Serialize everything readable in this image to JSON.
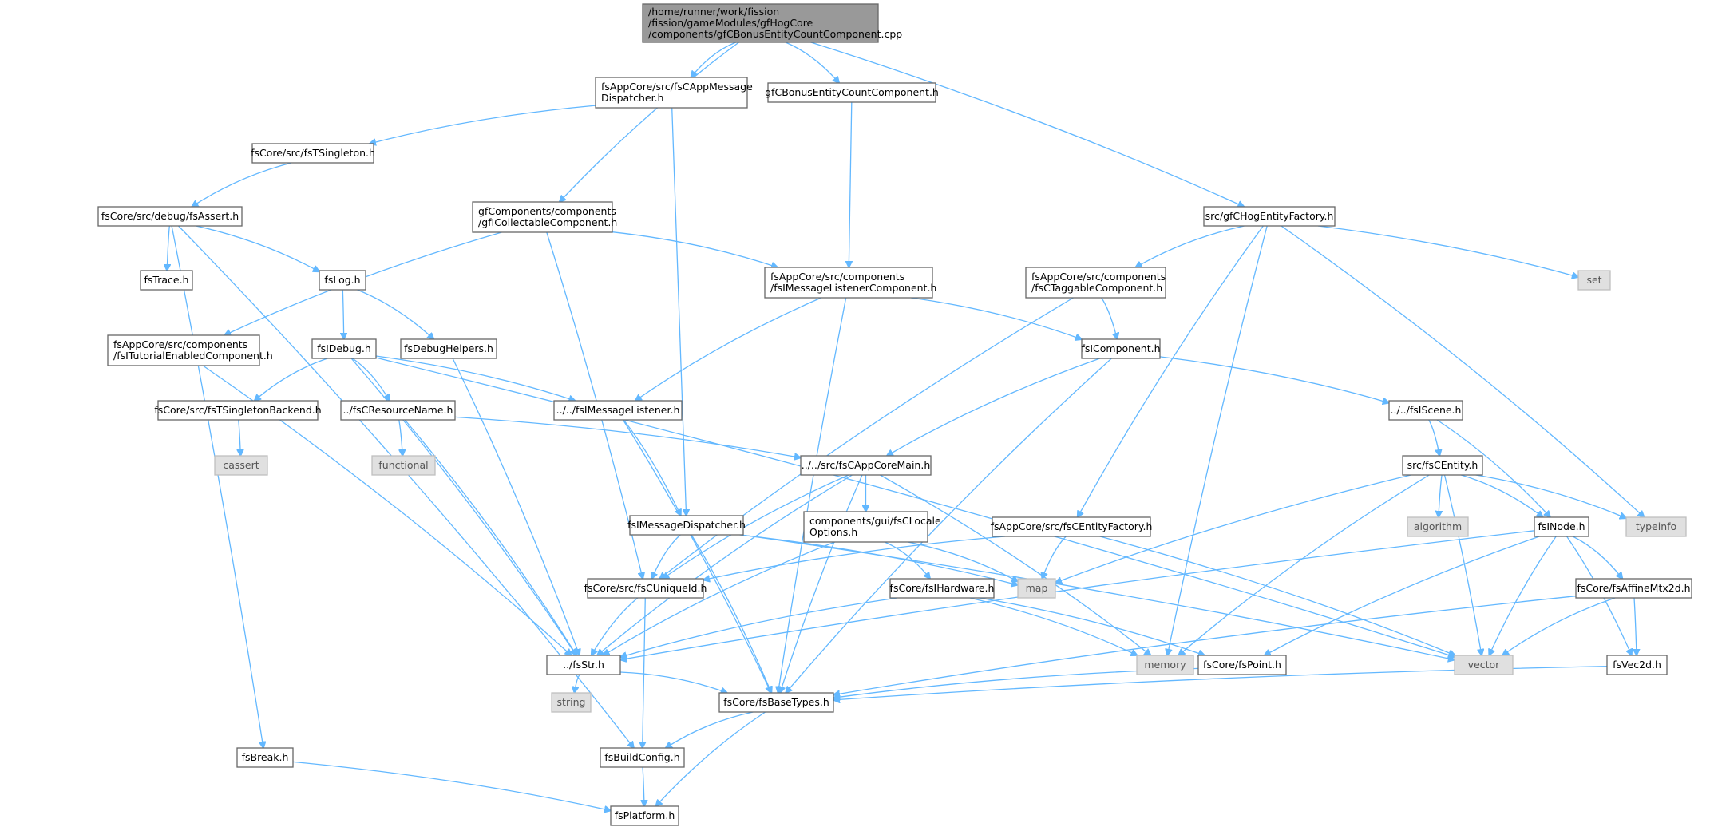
{
  "colors": {
    "edge": "#63b8ff",
    "node_border": "#666666",
    "root_fill": "#999999",
    "external_fill": "#e0e0e0"
  },
  "nodes": [
    {
      "id": "root",
      "lines": [
        "/home/runner/work/fission",
        "/fission/gameModules/gfHogCore",
        "/components/gfCBonusEntityCountComponent.cpp"
      ],
      "kind": "root"
    },
    {
      "id": "appmsgdisp",
      "lines": [
        "fsAppCore/src/fsCAppMessage",
        "Dispatcher.h"
      ]
    },
    {
      "id": "bonushdr",
      "lines": [
        "gfCBonusEntityCountComponent.h"
      ]
    },
    {
      "id": "tsingleton",
      "lines": [
        "fsCore/src/fsTSingleton.h"
      ]
    },
    {
      "id": "assert",
      "lines": [
        "fsCore/src/debug/fsAssert.h"
      ]
    },
    {
      "id": "collectable",
      "lines": [
        "gfComponents/components",
        "/gfICollectableComponent.h"
      ]
    },
    {
      "id": "hogfactory",
      "lines": [
        "src/gfCHogEntityFactory.h"
      ]
    },
    {
      "id": "trace",
      "lines": [
        "fsTrace.h"
      ]
    },
    {
      "id": "log",
      "lines": [
        "fsLog.h"
      ]
    },
    {
      "id": "msglistcomp",
      "lines": [
        "fsAppCore/src/components",
        "/fsIMessageListenerComponent.h"
      ]
    },
    {
      "id": "taggable",
      "lines": [
        "fsAppCore/src/components",
        "/fsCTaggableComponent.h"
      ]
    },
    {
      "id": "set",
      "lines": [
        "set"
      ],
      "kind": "ext"
    },
    {
      "id": "tutorial",
      "lines": [
        "fsAppCore/src/components",
        "/fsITutorialEnabledComponent.h"
      ]
    },
    {
      "id": "idebug",
      "lines": [
        "fsIDebug.h"
      ]
    },
    {
      "id": "debughelpers",
      "lines": [
        "fsDebugHelpers.h"
      ]
    },
    {
      "id": "icomponent",
      "lines": [
        "fsIComponent.h"
      ]
    },
    {
      "id": "singletonbackend",
      "lines": [
        "fsCore/src/fsTSingletonBackend.h"
      ]
    },
    {
      "id": "resname",
      "lines": [
        "../fsCResourceName.h"
      ]
    },
    {
      "id": "msglistener",
      "lines": [
        "../../fsIMessageListener.h"
      ]
    },
    {
      "id": "iscene",
      "lines": [
        "../../fsIScene.h"
      ]
    },
    {
      "id": "cassert",
      "lines": [
        "cassert"
      ],
      "kind": "ext"
    },
    {
      "id": "functional",
      "lines": [
        "functional"
      ],
      "kind": "ext"
    },
    {
      "id": "appcoremain",
      "lines": [
        "../../src/fsCAppCoreMain.h"
      ]
    },
    {
      "id": "centity",
      "lines": [
        "src/fsCEntity.h"
      ]
    },
    {
      "id": "msgdisp",
      "lines": [
        "fsIMessageDispatcher.h"
      ]
    },
    {
      "id": "localeopts",
      "lines": [
        "components/gui/fsCLocale",
        "Options.h"
      ]
    },
    {
      "id": "entityfactory",
      "lines": [
        "fsAppCore/src/fsCEntityFactory.h"
      ]
    },
    {
      "id": "algorithm",
      "lines": [
        "algorithm"
      ],
      "kind": "ext"
    },
    {
      "id": "inode",
      "lines": [
        "fsINode.h"
      ]
    },
    {
      "id": "typeinfo",
      "lines": [
        "typeinfo"
      ],
      "kind": "ext"
    },
    {
      "id": "uniqueid",
      "lines": [
        "fsCore/src/fsCUniqueId.h"
      ]
    },
    {
      "id": "hardware",
      "lines": [
        "fsCore/fsIHardware.h"
      ]
    },
    {
      "id": "map",
      "lines": [
        "map"
      ],
      "kind": "ext"
    },
    {
      "id": "affine",
      "lines": [
        "fsCore/fsAffineMtx2d.h"
      ]
    },
    {
      "id": "fsstr",
      "lines": [
        "../fsStr.h"
      ]
    },
    {
      "id": "memory",
      "lines": [
        "memory"
      ],
      "kind": "ext"
    },
    {
      "id": "point",
      "lines": [
        "fsCore/fsPoint.h"
      ]
    },
    {
      "id": "vector",
      "lines": [
        "vector"
      ],
      "kind": "ext"
    },
    {
      "id": "vec2d",
      "lines": [
        "fsVec2d.h"
      ]
    },
    {
      "id": "string",
      "lines": [
        "string"
      ],
      "kind": "ext"
    },
    {
      "id": "basetypes",
      "lines": [
        "fsCore/fsBaseTypes.h"
      ]
    },
    {
      "id": "break",
      "lines": [
        "fsBreak.h"
      ]
    },
    {
      "id": "buildconfig",
      "lines": [
        "fsBuildConfig.h"
      ]
    },
    {
      "id": "platform",
      "lines": [
        "fsPlatform.h"
      ]
    }
  ],
  "edges": [
    [
      "root",
      "appmsgdisp"
    ],
    [
      "root",
      "bonushdr"
    ],
    [
      "root",
      "collectable"
    ],
    [
      "root",
      "hogfactory"
    ],
    [
      "appmsgdisp",
      "tsingleton"
    ],
    [
      "appmsgdisp",
      "msgdisp"
    ],
    [
      "bonushdr",
      "msglistcomp"
    ],
    [
      "tsingleton",
      "assert"
    ],
    [
      "assert",
      "trace"
    ],
    [
      "assert",
      "log"
    ],
    [
      "assert",
      "break"
    ],
    [
      "assert",
      "buildconfig"
    ],
    [
      "collectable",
      "msglistcomp"
    ],
    [
      "collectable",
      "tutorial"
    ],
    [
      "collectable",
      "uniqueid"
    ],
    [
      "hogfactory",
      "taggable"
    ],
    [
      "hogfactory",
      "set"
    ],
    [
      "hogfactory",
      "entityfactory"
    ],
    [
      "hogfactory",
      "memory"
    ],
    [
      "hogfactory",
      "typeinfo"
    ],
    [
      "log",
      "idebug"
    ],
    [
      "log",
      "debughelpers"
    ],
    [
      "msglistcomp",
      "icomponent"
    ],
    [
      "msglistcomp",
      "msglistener"
    ],
    [
      "msglistcomp",
      "basetypes"
    ],
    [
      "taggable",
      "icomponent"
    ],
    [
      "taggable",
      "uniqueid"
    ],
    [
      "tutorial",
      "fsstr"
    ],
    [
      "idebug",
      "singletonbackend"
    ],
    [
      "idebug",
      "resname"
    ],
    [
      "idebug",
      "msglistener"
    ],
    [
      "idebug",
      "fsstr"
    ],
    [
      "idebug",
      "vector"
    ],
    [
      "debughelpers",
      "fsstr"
    ],
    [
      "icomponent",
      "iscene"
    ],
    [
      "icomponent",
      "appcoremain"
    ],
    [
      "icomponent",
      "basetypes"
    ],
    [
      "singletonbackend",
      "cassert"
    ],
    [
      "resname",
      "functional"
    ],
    [
      "resname",
      "appcoremain"
    ],
    [
      "resname",
      "fsstr"
    ],
    [
      "msglistener",
      "msgdisp"
    ],
    [
      "msglistener",
      "basetypes"
    ],
    [
      "iscene",
      "centity"
    ],
    [
      "iscene",
      "inode"
    ],
    [
      "appcoremain",
      "localeopts"
    ],
    [
      "appcoremain",
      "uniqueid"
    ],
    [
      "appcoremain",
      "fsstr"
    ],
    [
      "appcoremain",
      "memory"
    ],
    [
      "appcoremain",
      "basetypes"
    ],
    [
      "centity",
      "algorithm"
    ],
    [
      "centity",
      "inode"
    ],
    [
      "centity",
      "typeinfo"
    ],
    [
      "centity",
      "map"
    ],
    [
      "centity",
      "memory"
    ],
    [
      "centity",
      "vector"
    ],
    [
      "msgdisp",
      "uniqueid"
    ],
    [
      "msgdisp",
      "map"
    ],
    [
      "msgdisp",
      "vector"
    ],
    [
      "msgdisp",
      "basetypes"
    ],
    [
      "localeopts",
      "hardware"
    ],
    [
      "localeopts",
      "map"
    ],
    [
      "localeopts",
      "fsstr"
    ],
    [
      "entityfactory",
      "uniqueid"
    ],
    [
      "entityfactory",
      "map"
    ],
    [
      "entityfactory",
      "vector"
    ],
    [
      "inode",
      "affine"
    ],
    [
      "inode",
      "vector"
    ],
    [
      "inode",
      "vec2d"
    ],
    [
      "inode",
      "point"
    ],
    [
      "inode",
      "fsstr"
    ],
    [
      "uniqueid",
      "fsstr"
    ],
    [
      "uniqueid",
      "buildconfig"
    ],
    [
      "hardware",
      "fsstr"
    ],
    [
      "hardware",
      "memory"
    ],
    [
      "hardware",
      "point"
    ],
    [
      "affine",
      "vec2d"
    ],
    [
      "affine",
      "vector"
    ],
    [
      "affine",
      "basetypes"
    ],
    [
      "fsstr",
      "string"
    ],
    [
      "fsstr",
      "basetypes"
    ],
    [
      "point",
      "basetypes"
    ],
    [
      "vec2d",
      "basetypes"
    ],
    [
      "basetypes",
      "buildconfig"
    ],
    [
      "basetypes",
      "platform"
    ],
    [
      "break",
      "platform"
    ],
    [
      "buildconfig",
      "platform"
    ]
  ]
}
